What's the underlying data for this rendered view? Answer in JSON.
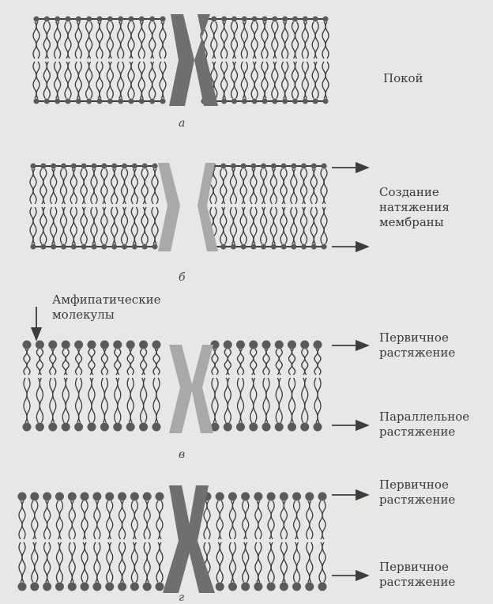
{
  "panels": [
    {
      "id": "a",
      "caption": "а",
      "labels": [
        "Покой"
      ]
    },
    {
      "id": "b",
      "caption": "б",
      "labels": [
        "Создание натяжения мембраны"
      ]
    },
    {
      "id": "v",
      "caption": "в",
      "labels": [
        "Первичное растяжение",
        "Параллельное растяжение"
      ],
      "annotation": "Амфипатические молекулы"
    },
    {
      "id": "g",
      "caption": "г",
      "labels": [
        "Первичное растяжение",
        "Первичное растяжение"
      ]
    }
  ],
  "colors": {
    "background": "#e7e7e5",
    "ink": "#3d3d3d",
    "channel": "#6f6f6f",
    "channel_light": "#a9a9a9",
    "head": "#5a5a5a"
  }
}
